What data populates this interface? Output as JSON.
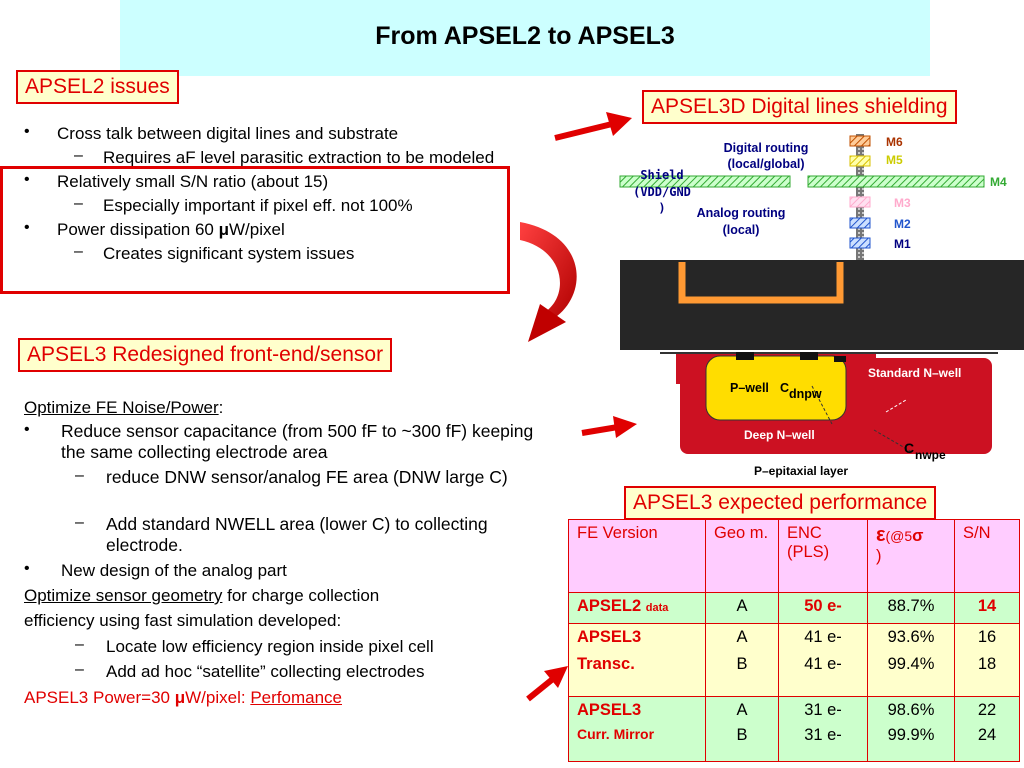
{
  "title": "From APSEL2 to APSEL3",
  "apsel2": {
    "header": "APSEL2 issues",
    "items": [
      {
        "bullet": "•",
        "text": "Cross talk between digital lines and substrate"
      },
      {
        "bullet": "–",
        "text": "Requires aF level parasitic extraction to be modeled"
      },
      {
        "bullet": "•",
        "text": "Relatively small S/N ratio (about 15)"
      },
      {
        "bullet": "–",
        "text": "Especially important if pixel eff. not 100%"
      },
      {
        "bullet": "•",
        "text_pre": "Power dissipation 60 ",
        "mu": "μ",
        "text_post": "W/pixel"
      },
      {
        "bullet": "–",
        "text": "Creates significant system issues"
      }
    ]
  },
  "apsel3d": {
    "header": "APSEL3D Digital lines shielding",
    "metal_labels": [
      "M6",
      "M5",
      "M4",
      "M3",
      "M2",
      "M1"
    ],
    "digital_routing": [
      "Digital routing",
      "(local/global)"
    ],
    "shield": [
      "Shield",
      "(VDD/GND",
      ")"
    ],
    "analog_routing": [
      "Analog routing",
      "(local)"
    ]
  },
  "apsel3": {
    "header": "APSEL3 Redesigned front-end/sensor",
    "optimize_fe": "Optimize FE Noise/Power",
    "colon": ":",
    "bullet1": "Reduce sensor capacitance (from 500 fF to ~300 fF) keeping the same collecting electrode area",
    "sub1": "reduce DNW sensor/analog FE area (DNW large C)",
    "sub2": "Add standard NWELL area (lower C) to collecting electrode.",
    "bullet2": "New design of the analog part",
    "optimize_sensor": "Optimize sensor geometry",
    "optimize_sensor_rest": " for charge collection",
    "efficiency_line": "efficiency using fast simulation developed:",
    "sub3": "Locate low efficiency region inside pixel cell",
    "sub4": "Add ad hoc “satellite” collecting electrodes",
    "power_pre": "APSEL3 Power=30 ",
    "power_mu": "μ",
    "power_post": "W/pixel: ",
    "power_link": "Perfomance"
  },
  "sensor_diagram": {
    "pwell": "P–well",
    "cdnpw_c": "C",
    "cdnpw_sub": "dnpw",
    "deep_nwell": "Deep N–well",
    "standard_nwell": "Standard N–well",
    "cnwpe_c": "C",
    "cnwpe_sub": "nwpe",
    "epi": "P–epitaxial layer"
  },
  "performance": {
    "header": "APSEL3 expected performance",
    "columns": {
      "fe": "FE Version",
      "geom": "Geo m.",
      "enc": "ENC (PLS)",
      "eps": "ε",
      "eps_at": "(@5",
      "sigma": "σ",
      "eps_close": ")",
      "sn": "S/N"
    },
    "apsel2": {
      "name": "APSEL2",
      "tag": "data",
      "geom": "A",
      "enc": "50 e-",
      "eff": "88.7%",
      "sn": "14"
    },
    "transc": {
      "name": "APSEL3",
      "sub": "Transc.",
      "geom": [
        "A",
        "B"
      ],
      "enc": [
        "41 e-",
        "41 e-"
      ],
      "eff": [
        "93.6%",
        "99.4%"
      ],
      "sn": [
        "16",
        "18"
      ]
    },
    "mirror": {
      "name": "APSEL3",
      "sub": "Curr. Mirror",
      "geom": [
        "A",
        "B"
      ],
      "enc": [
        "31 e-",
        "31 e-"
      ],
      "eff": [
        "98.6%",
        "99.9%"
      ],
      "sn": [
        "22",
        "24"
      ]
    }
  },
  "colors": {
    "accent_red": "#e00000",
    "title_band": "#ccffff",
    "label_bg": "#ffffcc",
    "navy": "#000080"
  }
}
